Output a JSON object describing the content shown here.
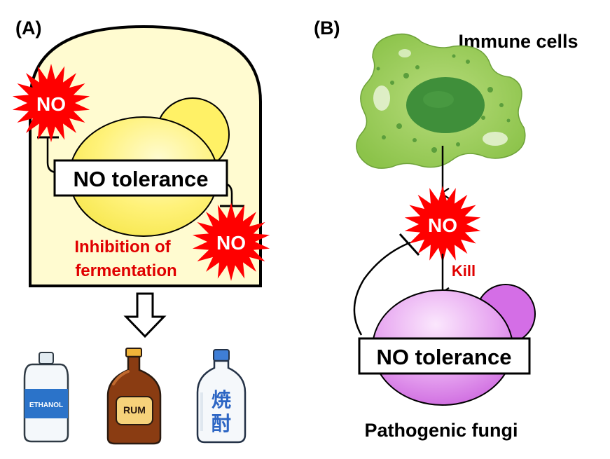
{
  "panel_a": {
    "label": "(A)",
    "no_badge_top": "NO",
    "no_badge_right": "NO",
    "tolerance_label": "NO tolerance",
    "inhibition_line1": "Inhibition of",
    "inhibition_line2": "fermentation",
    "bottles": {
      "ethanol_label": "ETHANOL",
      "rum_label": "RUM",
      "shochu_line1": "焼",
      "shochu_line2": "酎"
    }
  },
  "panel_b": {
    "label": "(B)",
    "immune_label": "Immune cells",
    "no_badge": "NO",
    "kill_label": "Kill",
    "tolerance_label": "NO tolerance",
    "fungi_label": "Pathogenic fungi"
  },
  "colors": {
    "no_red": "#ff0000",
    "label_red": "#e00000",
    "container_fill": "#fffbd0",
    "yeast_yellow": "#ffef66",
    "fungi_purple": "#d97ae8",
    "cell_green": "#8cc63f",
    "nucleus_green": "#3f8f3a"
  },
  "icons": [
    "starburst-icon",
    "arrow-down-icon",
    "hollow-arrow-down-icon",
    "inhibition-bar-icon",
    "bottle-icon"
  ]
}
